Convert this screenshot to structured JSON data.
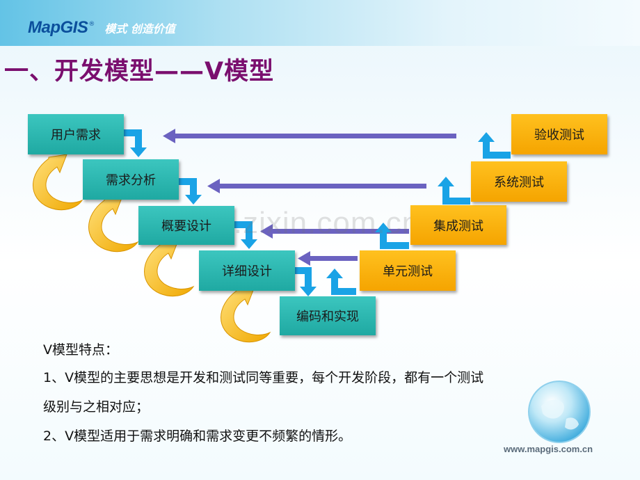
{
  "header": {
    "logo_text": "MapGIS",
    "logo_reg": "®",
    "slogan": "模式  创造价值"
  },
  "slide": {
    "title": "一、开发模型——V模型"
  },
  "v_model": {
    "left_steps": [
      "用户需求",
      "需求分析",
      "概要设计",
      "详细设计"
    ],
    "bottom_step": "编码和实现",
    "right_steps": [
      "单元测试",
      "集成测试",
      "系统测试",
      "验收测试"
    ]
  },
  "watermark": "www.zixin.com.cn",
  "features": {
    "heading": "V模型特点：",
    "line1": "1、V模型的主要思想是开发和测试同等重要，每个开发阶段，都有一个测试",
    "line2": "级别与之相对应；",
    "line3": "2、V模型适用于需求明确和需求变更不频繁的情形。"
  },
  "footer": {
    "url": "www.mapgis.com.cn"
  },
  "colors": {
    "title": "#7a0e6e",
    "teal_box": "#22aca5",
    "gold_box": "#f7a900",
    "arrow_blue": "#1aa3e6",
    "arrow_purple": "#6b62c0",
    "curl_gold": "#f4b400"
  },
  "icons": {
    "curl": "curved-gold-arrow-icon",
    "globe": "globe-icon"
  }
}
